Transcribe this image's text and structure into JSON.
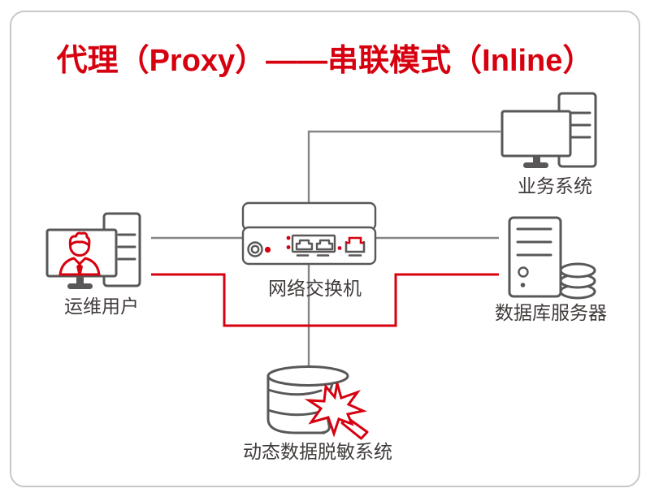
{
  "title": "代理（Proxy）——串联模式（Inline）",
  "diagram": {
    "ops_user": {
      "label": "运维用户",
      "icon": "monitor-user-with-server-icon"
    },
    "network_switch": {
      "label": "网络交换机",
      "icon": "network-switch-icon"
    },
    "business_system": {
      "label": "业务系统",
      "icon": "monitor-with-server-icon"
    },
    "database_server": {
      "label": "数据库服务器",
      "icon": "server-with-disk-stack-icon"
    },
    "masking_system": {
      "label": "动态数据脱敏系统",
      "icon": "database-impact-star-icon"
    }
  },
  "connections": {
    "gray": [
      "user-to-switch",
      "switch-to-database",
      "switch-to-business",
      "switch-to-masking"
    ],
    "red_bypass": "user-around-switch-to-database"
  },
  "colors": {
    "accent_red": "#d7000f",
    "icon_gray": "#595757",
    "line_gray": "#858585",
    "label_color": "#3f3b3a",
    "frame_border": "#c8c8c8"
  }
}
